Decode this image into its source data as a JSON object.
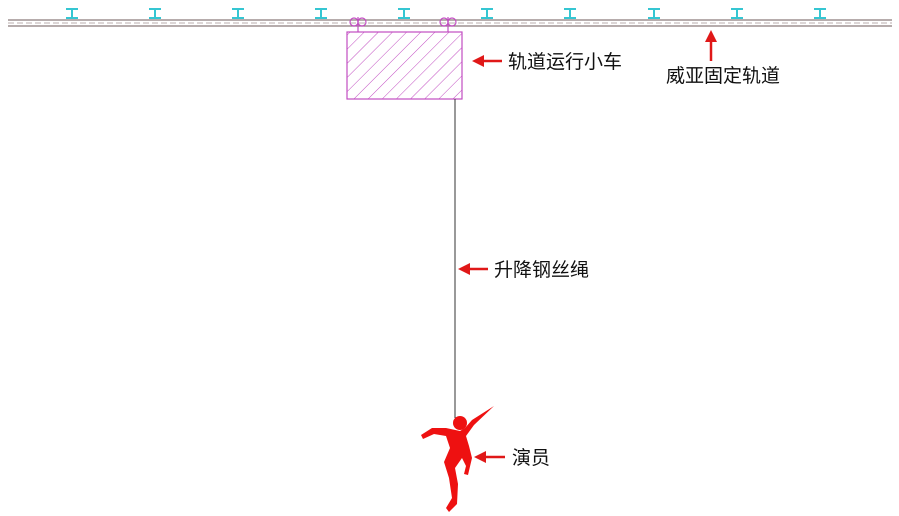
{
  "labels": {
    "trolley": "轨道运行小车",
    "track": "威亚固定轨道",
    "rope": "升降钢丝绳",
    "performer": "演员"
  },
  "colors": {
    "track": "#8a7a7a",
    "bracket": "#35c6d2",
    "trolley": "#c24dc2",
    "arrow": "#e01818",
    "performer": "#ee1111",
    "rope": "#333333"
  }
}
